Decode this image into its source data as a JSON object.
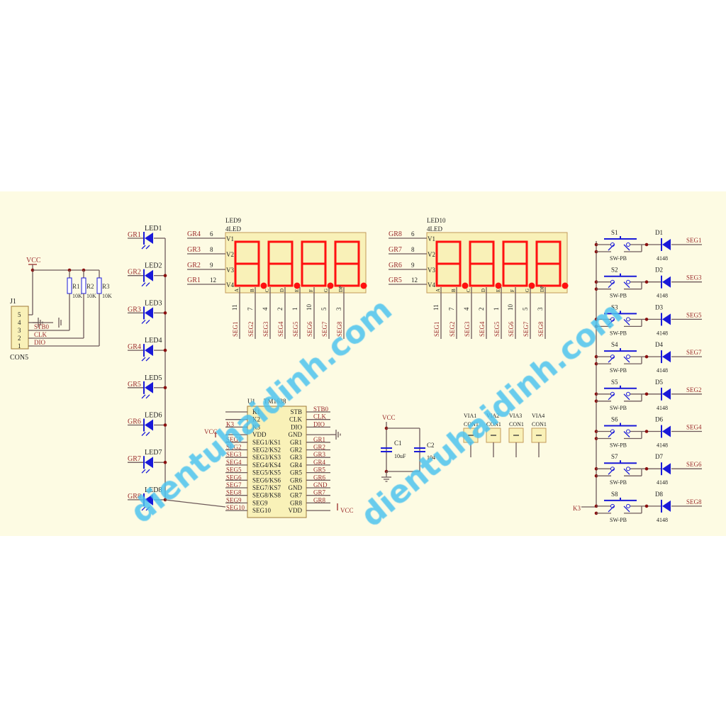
{
  "colors": {
    "background": "#fdfbe3",
    "wire": "#6e5a5a",
    "net": "#9b2b2b",
    "blue": "#1a1ad8",
    "segment": "#ff1010",
    "body": "#f9f1b8",
    "watermark": "#4ec3ee"
  },
  "watermark": "dientuhaidinh.com",
  "connector": {
    "ref": "J1",
    "part": "CON5",
    "pins": [
      "5",
      "4",
      "3",
      "2",
      "1"
    ],
    "nets": [
      "STB0",
      "CLK",
      "DIO"
    ],
    "vcc": "VCC"
  },
  "resistors": [
    {
      "ref": "R1",
      "value": "10K"
    },
    {
      "ref": "R2",
      "value": "10K"
    },
    {
      "ref": "R3",
      "value": "10K"
    }
  ],
  "leds": [
    {
      "ref": "LED1",
      "net": "GR1"
    },
    {
      "ref": "LED2",
      "net": "GR2"
    },
    {
      "ref": "LED3",
      "net": "GR3"
    },
    {
      "ref": "LED4",
      "net": "GR4"
    },
    {
      "ref": "LED5",
      "net": "GR5"
    },
    {
      "ref": "LED6",
      "net": "GR6"
    },
    {
      "ref": "LED7",
      "net": "GR7"
    },
    {
      "ref": "LED8",
      "net": "GR8"
    }
  ],
  "displays": [
    {
      "ref": "LED9",
      "part": "4LED",
      "digits": [
        "V1",
        "V2",
        "V3",
        "V4"
      ],
      "grid_nets": [
        "GR4",
        "GR3",
        "GR2",
        "GR1"
      ],
      "grid_pins": [
        "6",
        "8",
        "9",
        "12"
      ],
      "seg_pins": [
        "A",
        "B",
        "C",
        "D",
        "E",
        "F",
        "G",
        "DP"
      ],
      "seg_numbers": [
        "11",
        "7",
        "4",
        "2",
        "1",
        "10",
        "5",
        "3"
      ],
      "seg_nets": [
        "SEG1",
        "SEG2",
        "SEG3",
        "SEG4",
        "SEG5",
        "SEG6",
        "SEG7",
        "SEG8"
      ]
    },
    {
      "ref": "LED10",
      "part": "4LED",
      "digits": [
        "V1",
        "V2",
        "V3",
        "V4"
      ],
      "grid_nets": [
        "GR8",
        "GR7",
        "GR6",
        "GR5"
      ],
      "grid_pins": [
        "6",
        "8",
        "9",
        "12"
      ],
      "seg_pins": [
        "A",
        "B",
        "C",
        "D",
        "E",
        "F",
        "G",
        "DP"
      ],
      "seg_numbers": [
        "11",
        "7",
        "4",
        "2",
        "1",
        "10",
        "5",
        "3"
      ],
      "seg_nets": [
        "SEG1",
        "SEG2",
        "SEG3",
        "SEG4",
        "SEG5",
        "SEG6",
        "SEG7",
        "SEG8"
      ]
    }
  ],
  "ic": {
    "ref": "U1",
    "part": "TM1638",
    "left_pins": [
      "K1",
      "K2",
      "K3",
      "VDD",
      "SEG1/KS1",
      "SEG2/KS2",
      "SEG3/KS3",
      "SEG4/KS4",
      "SEG5/KS5",
      "SEG6/KS6",
      "SEG7/KS7",
      "SEG8/KS8",
      "SEG9",
      "SEG10"
    ],
    "left_nets": [
      "",
      "",
      "K3",
      "VCC",
      "SEG1",
      "SEG2",
      "SEG3",
      "SEG4",
      "SEG5",
      "SEG6",
      "SEG7",
      "SEG8",
      "SEG9",
      "SEG10"
    ],
    "right_pins": [
      "STB",
      "CLK",
      "DIO",
      "GND",
      "GR1",
      "GR2",
      "GR3",
      "GR4",
      "GR5",
      "GR6",
      "GND",
      "GR7",
      "GR8",
      "VDD"
    ],
    "right_nets": [
      "STB0",
      "CLK",
      "DIO",
      "",
      "GR1",
      "GR2",
      "GR3",
      "GR4",
      "GR5",
      "GR6",
      "GND",
      "GR7",
      "GR8",
      "VCC"
    ]
  },
  "capacitors": {
    "vcc": "VCC",
    "c1": {
      "ref": "C1",
      "value": "10uF"
    },
    "c2": {
      "ref": "C2",
      "value": "104"
    }
  },
  "vias": [
    {
      "ref": "VIA1",
      "part": "CON1"
    },
    {
      "ref": "VIA2",
      "part": "CON1"
    },
    {
      "ref": "VIA3",
      "part": "CON1"
    },
    {
      "ref": "VIA4",
      "part": "CON1"
    }
  ],
  "keys": {
    "net": "K3",
    "rows": [
      {
        "sw": "S1",
        "type": "SW-PB",
        "diode": "D1",
        "value": "4148",
        "net": "SEG1"
      },
      {
        "sw": "S2",
        "type": "SW-PB",
        "diode": "D2",
        "value": "4148",
        "net": "SEG3"
      },
      {
        "sw": "S3",
        "type": "SW-PB",
        "diode": "D3",
        "value": "4148",
        "net": "SEG5"
      },
      {
        "sw": "S4",
        "type": "SW-PB",
        "diode": "D4",
        "value": "4148",
        "net": "SEG7"
      },
      {
        "sw": "S5",
        "type": "SW-PB",
        "diode": "D5",
        "value": "4148",
        "net": "SEG2"
      },
      {
        "sw": "S6",
        "type": "SW-PB",
        "diode": "D6",
        "value": "4148",
        "net": "SEG4"
      },
      {
        "sw": "S7",
        "type": "SW-PB",
        "diode": "D7",
        "value": "4148",
        "net": "SEG6"
      },
      {
        "sw": "S8",
        "type": "SW-PB",
        "diode": "D8",
        "value": "4148",
        "net": "SEG8"
      }
    ]
  }
}
